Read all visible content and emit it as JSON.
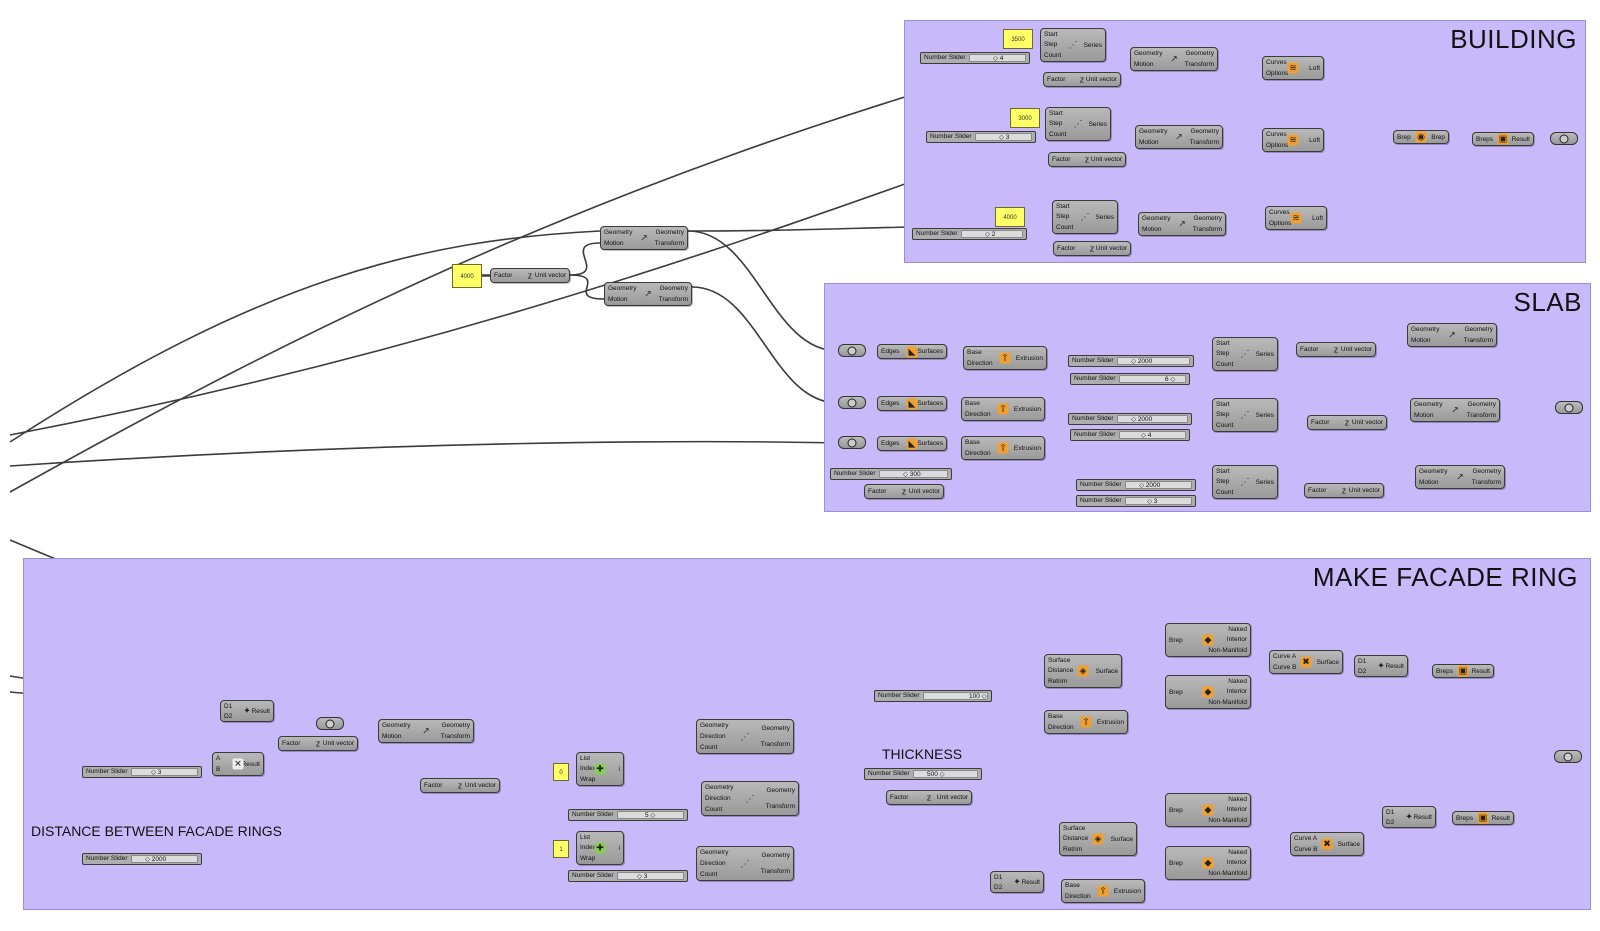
{
  "groups": {
    "building": {
      "title": "BUILDING"
    },
    "slab": {
      "title": "SLAB"
    },
    "facade": {
      "title": "MAKE FACADE RING"
    }
  },
  "scribbles": {
    "thickness": "THICKNESS",
    "distance": "DISTANCE BETWEEN FACADE RINGS"
  },
  "labels": {
    "number_slider": "Number Slider",
    "factor": "Factor",
    "unit_vector": "Unit vector",
    "geometry": "Geometry",
    "motion": "Motion",
    "transform": "Transform",
    "start": "Start",
    "step": "Step",
    "count": "Count",
    "series": "Series",
    "curves": "Curves",
    "options": "Options",
    "loft": "Loft",
    "brep": "Brep",
    "breps": "Breps",
    "result": "Result",
    "edges": "Edges",
    "surfaces": "Surfaces",
    "base": "Base",
    "direction": "Direction",
    "extrusion": "Extrusion",
    "d1": "D1",
    "d2": "D2",
    "a": "A",
    "b": "B",
    "list": "List",
    "index": "Index",
    "wrap": "Wrap",
    "i": "i",
    "surface": "Surface",
    "distance": "Distance",
    "retrim": "Retrim",
    "naked": "Naked",
    "interior": "Interior",
    "non_manifold": "Non-Manifold",
    "curve_a": "Curve A",
    "curve_b": "Curve B"
  },
  "panels": {
    "p3500": "3500",
    "p3000": "3000",
    "p4000a": "4000",
    "p4000b": "4000",
    "p0": "0",
    "p1": "1"
  },
  "sliders": {
    "bldg1": "◇ 4",
    "bldg2": "◇ 3",
    "bldg3": "◇ 2",
    "slab1_step": "◇ 2000",
    "slab1_count": "6 ◇",
    "slab2_step": "◇ 2000",
    "slab2_count": "◇ 4",
    "slab_thick": "◇ 300",
    "slab3_step": "◇ 2000",
    "slab3_count": "◇ 3",
    "fac_offset": "100 ◇",
    "thickness": "500 ◇",
    "fac_count": "◇ 3",
    "fac_list1": "5 ◇",
    "fac_list2": "◇ 3",
    "fac_dist": "◇ 2000"
  },
  "icons": {
    "series": "series-icon",
    "move": "move-icon",
    "unit_z": "unit-z-icon",
    "loft": "loft-icon",
    "join": "brep-join-icon",
    "union": "solid-union-icon",
    "edges": "brep-edges-icon",
    "extrude": "extrude-icon",
    "deconstruct": "deconstruct-brep-icon",
    "offset": "offset-surface-icon",
    "multiply": "multiplication-icon",
    "list_item": "list-item-icon",
    "linear_array": "linear-array-icon",
    "ruled": "ruled-surface-icon",
    "geometry_param": "geometry-param-icon",
    "brep_param": "brep-param-icon"
  },
  "colors": {
    "group_fill": "#c8b9fa",
    "component_fill": "#a6a6a6",
    "panel_fill": "#ffff66",
    "wire": "#3c3c3c"
  }
}
